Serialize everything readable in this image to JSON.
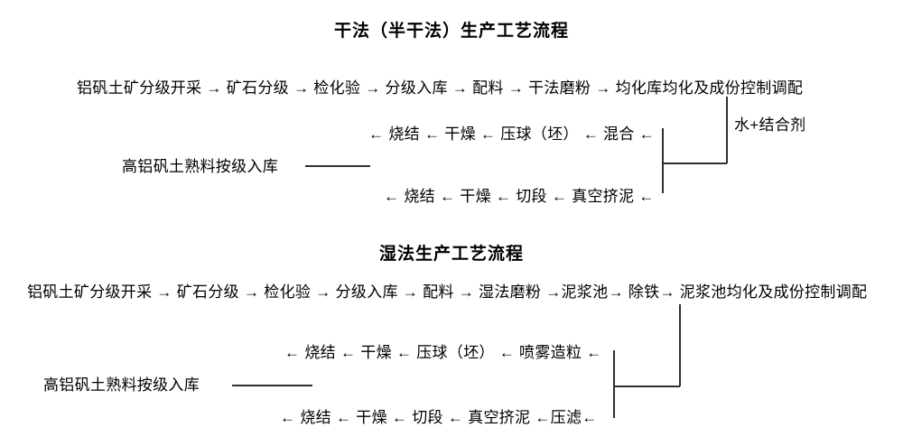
{
  "page": {
    "background_color": "#ffffff",
    "text_color": "#000000",
    "line_color": "#2f2f2f"
  },
  "dry_process": {
    "title": "干法（半干法）生产工艺流程",
    "main_flow": "铝矾土矿分级开采 → 矿石分级 → 检化验 → 分级入库 → 配料 → 干法磨粉 → 均化库均化及成份控制调配",
    "main_steps": [
      "铝矾土矿分级开采",
      "矿石分级",
      "检化验",
      "分级入库",
      "配料",
      "干法磨粉",
      "均化库均化及成份控制调配"
    ],
    "additive_label": "水+结合剂",
    "mixing_branch_flow": "← 烧结 ← 干燥 ← 压球（坯） ← 混合 ←",
    "mixing_branch_steps": [
      "混合",
      "压球（坯）",
      "干燥",
      "烧结"
    ],
    "storage_label": "高铝矾土熟料按级入库",
    "extrusion_branch_flow": "← 烧结 ← 干燥 ← 切段 ← 真空挤泥 ←",
    "extrusion_branch_steps": [
      "真空挤泥",
      "切段",
      "干燥",
      "烧结"
    ]
  },
  "wet_process": {
    "title": "湿法生产工艺流程",
    "main_flow": "铝矾土矿分级开采 → 矿石分级 → 检化验 → 分级入库 → 配料 → 湿法磨粉 →泥浆池→ 除铁→ 泥浆池均化及成份控制调配",
    "main_steps": [
      "铝矾土矿分级开采",
      "矿石分级",
      "检化验",
      "分级入库",
      "配料",
      "湿法磨粉",
      "泥浆池",
      "除铁",
      "泥浆池均化及成份控制调配"
    ],
    "spray_branch_flow": "← 烧结 ← 干燥 ← 压球（坯） ← 喷雾造粒 ←",
    "spray_branch_steps": [
      "喷雾造粒",
      "压球（坯）",
      "干燥",
      "烧结"
    ],
    "storage_label": "高铝矾土熟料按级入库",
    "filter_branch_flow": "← 烧结 ← 干燥 ← 切段 ← 真空挤泥 ←压滤←",
    "filter_branch_steps": [
      "压滤",
      "真空挤泥",
      "切段",
      "干燥",
      "烧结"
    ]
  }
}
